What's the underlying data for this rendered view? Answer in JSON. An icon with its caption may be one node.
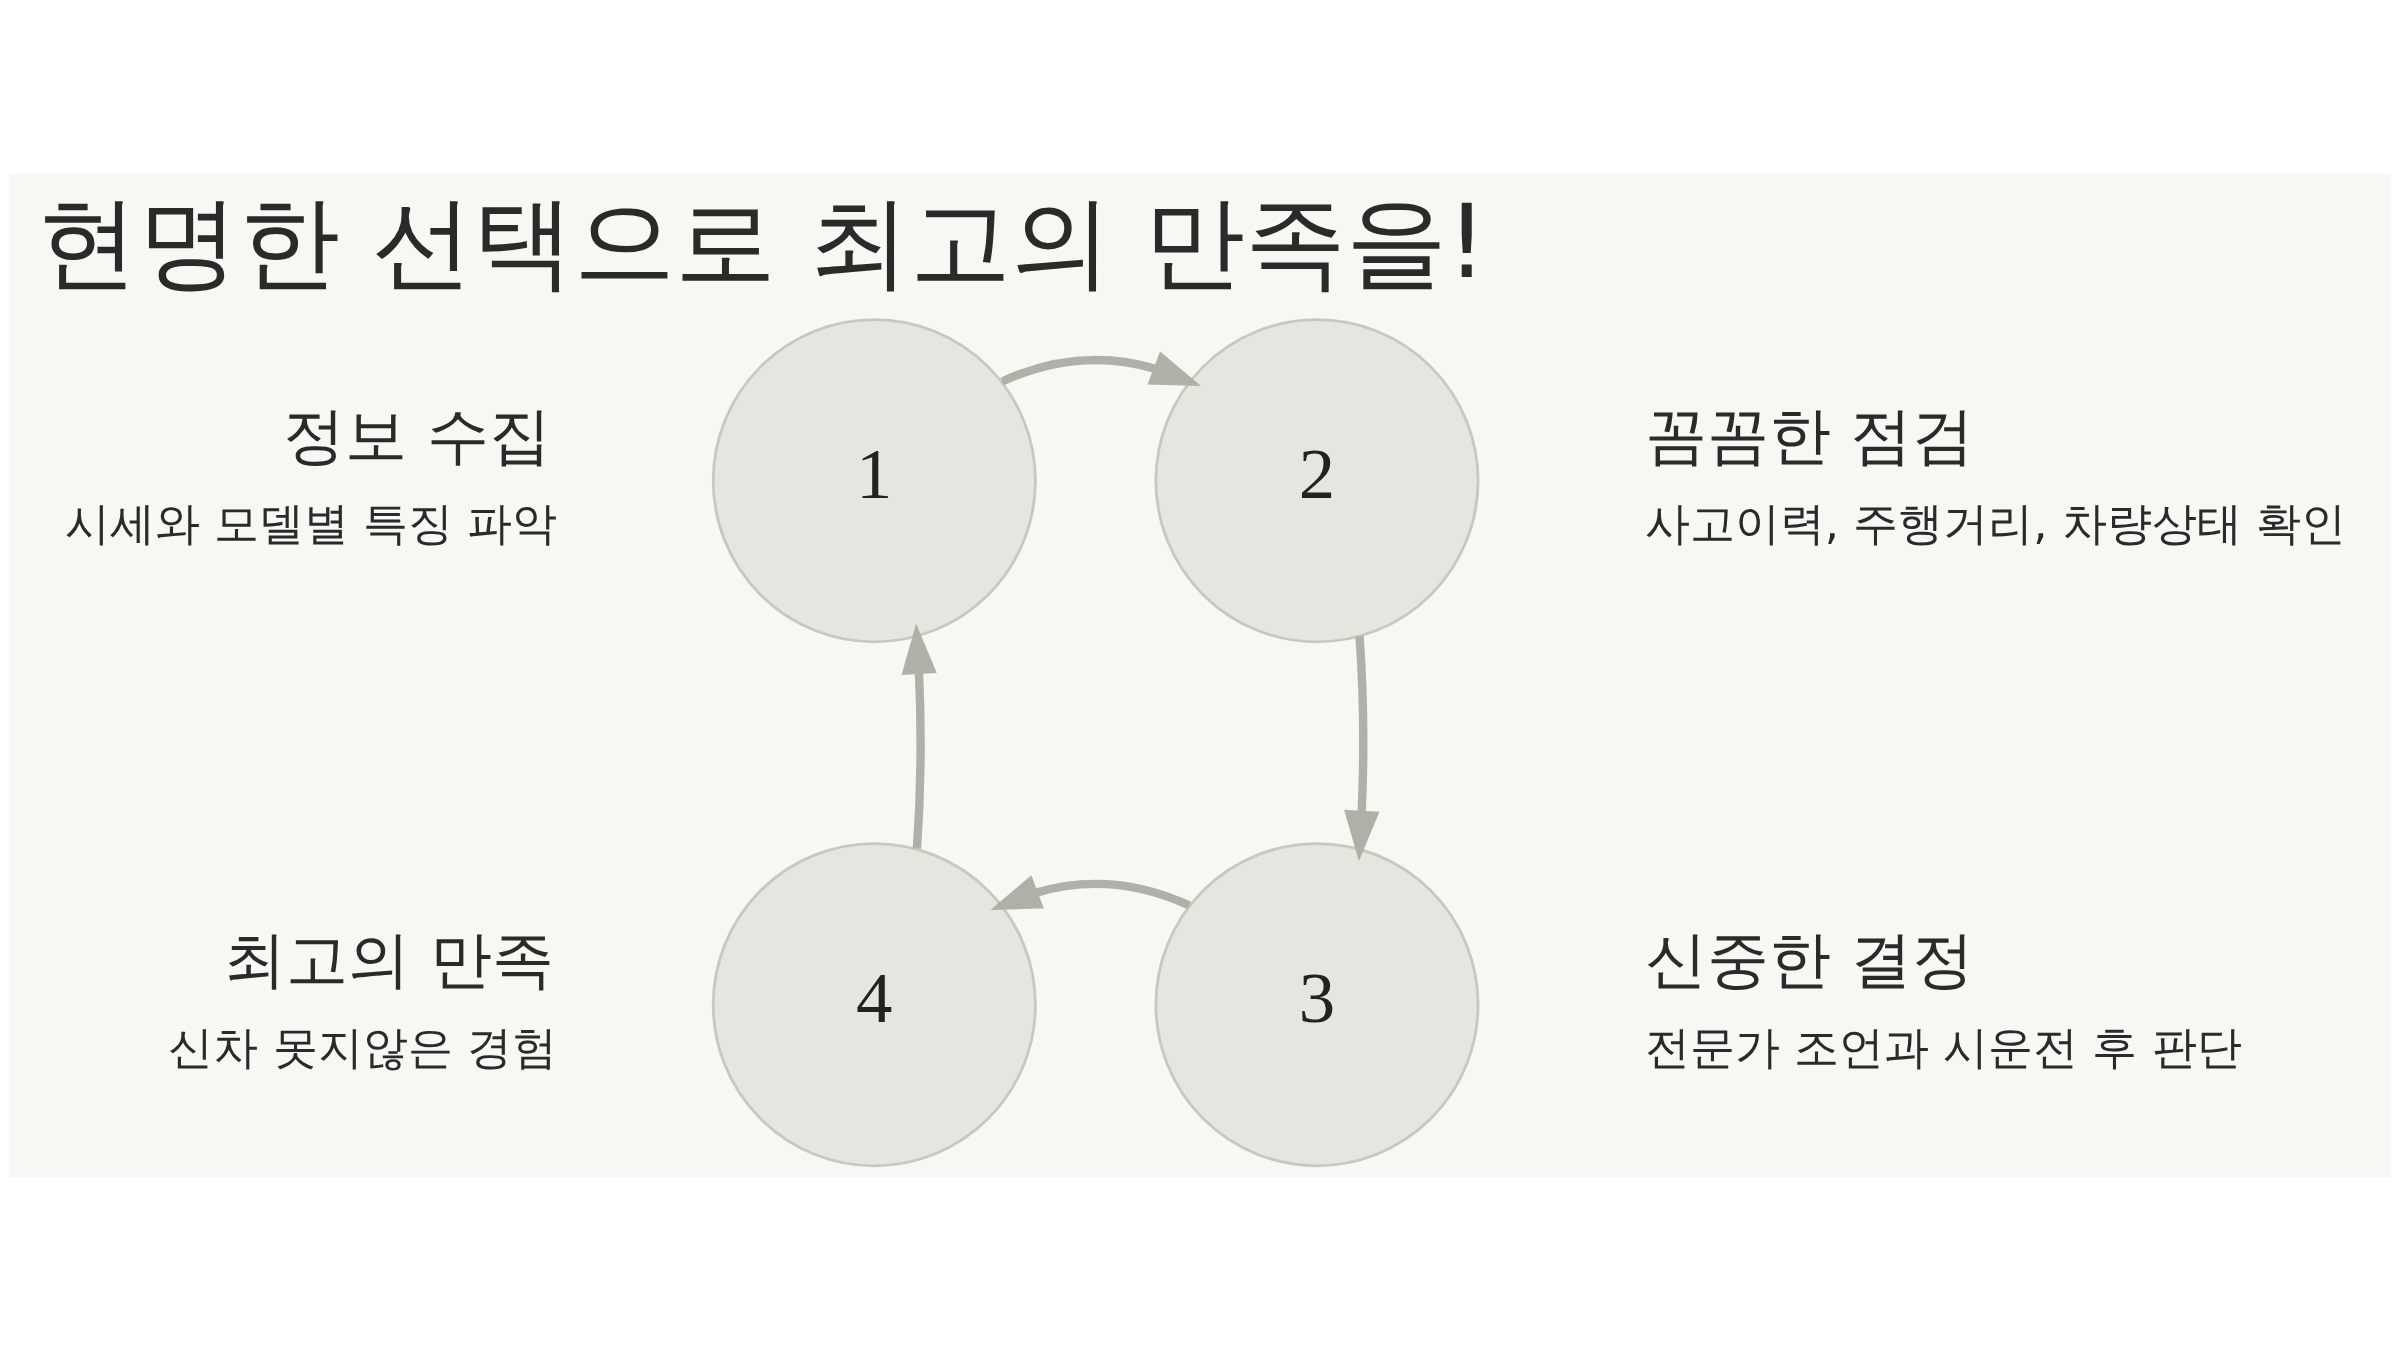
{
  "diagram": {
    "title": "현명한 선택으로 최고의 만족을!",
    "nodes": [
      {
        "text": [
          "1"
        ],
        "beside": [
          "정보 수집",
          "시세와 모델별 특징 파악"
        ]
      },
      {
        "text": [
          "2"
        ],
        "beside": [
          "꼼꼼한 점검",
          "사고이력, 주행거리, 차량상태 확인"
        ]
      },
      {
        "text": [
          "3"
        ],
        "beside": [
          "신중한 결정",
          "전문가 조언과 시운전 후 판단"
        ]
      },
      {
        "text": [
          "4"
        ],
        "beside": [
          "최고의 만족",
          "신차 못지않은 경험"
        ]
      }
    ],
    "edges": [
      {
        "from": 0,
        "to": 1,
        "arrow": "to"
      },
      {
        "from": 1,
        "to": 2,
        "arrow": "to"
      },
      {
        "from": 2,
        "to": 3,
        "arrow": "to"
      },
      {
        "from": 3,
        "to": 0,
        "arrow": "to"
      }
    ]
  }
}
